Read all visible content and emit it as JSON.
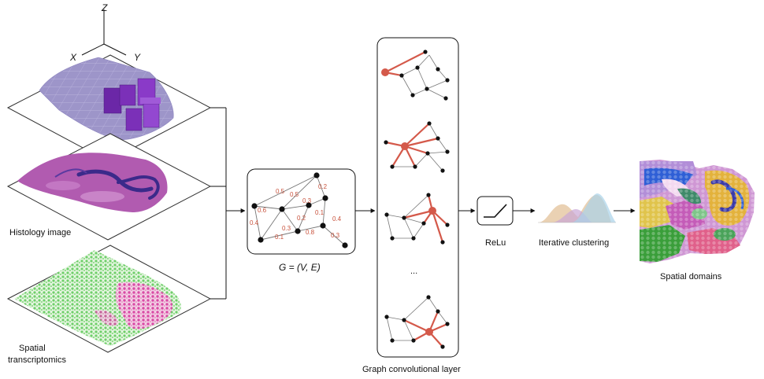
{
  "axes": {
    "z": "Z",
    "x": "X",
    "y": "Y"
  },
  "labels": {
    "histology": "Histology image",
    "spatial_line1": "Spatial",
    "spatial_line2": "transcriptomics",
    "graph": "G = (V, E)",
    "gcn": "Graph convolutional layer",
    "relu": "ReLu",
    "clustering": "Iterative clustering",
    "domains": "Spatial domains",
    "ellipsis": "..."
  },
  "edge_weights": [
    "0.5",
    "0.5",
    "0.2",
    "0.6",
    "0.3",
    "0.4",
    "0.2",
    "0.1",
    "0.4",
    "0.3",
    "0.8",
    "0.1",
    "0.3"
  ],
  "colors": {
    "accent": "#d4594a",
    "edge": "#777777",
    "node": "#111111",
    "weight": "#c8523c",
    "histology_slice": "#9d95c9",
    "tissue_stain": "#b15bb0",
    "spot_green": "#7fd37a",
    "spot_pink": "#d94ba5"
  }
}
